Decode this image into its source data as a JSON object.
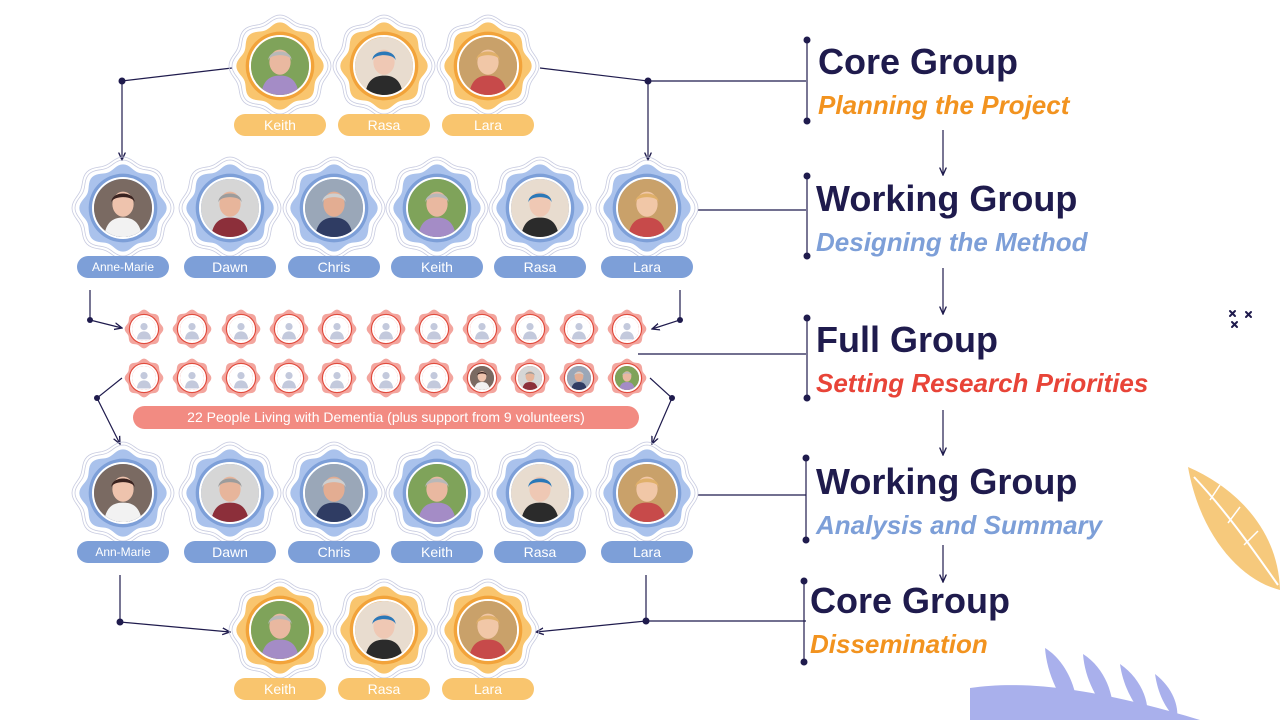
{
  "colors": {
    "navy": "#1f1b4d",
    "core_orange": "#f2a33a",
    "core_petal": "#f9c56e",
    "working_blue": "#7d9fd8",
    "working_petal": "#aac2ec",
    "full_red": "#e04a3c",
    "banner_red": "#f28b82",
    "leaf_orange": "#f6c97c",
    "leaf_lilac": "#a9b0ec"
  },
  "stages": [
    {
      "title": "Core Group",
      "subtitle": "Planning the Project",
      "subtitle_color": "#f2931f"
    },
    {
      "title": "Working Group",
      "subtitle": "Designing the Method",
      "subtitle_color": "#7d9fd8"
    },
    {
      "title": "Full Group",
      "subtitle": "Setting Research Priorities",
      "subtitle_color": "#e84438"
    },
    {
      "title": "Working Group",
      "subtitle": "Analysis and Summary",
      "subtitle_color": "#7d9fd8"
    },
    {
      "title": "Core Group",
      "subtitle": "Dissemination",
      "subtitle_color": "#f2931f"
    }
  ],
  "core_top": {
    "members": [
      {
        "name": "Keith",
        "photo": "keith-photo"
      },
      {
        "name": "Rasa",
        "photo": "rasa-photo"
      },
      {
        "name": "Lara",
        "photo": "lara-photo"
      }
    ]
  },
  "working_top": {
    "members": [
      {
        "name": "Anne-Marie",
        "photo": "anne-marie-photo"
      },
      {
        "name": "Dawn",
        "photo": "dawn-photo"
      },
      {
        "name": "Chris",
        "photo": "chris-photo"
      },
      {
        "name": "Keith",
        "photo": "keith-photo"
      },
      {
        "name": "Rasa",
        "photo": "rasa-photo"
      },
      {
        "name": "Lara",
        "photo": "lara-photo"
      }
    ]
  },
  "full_group": {
    "banner": "22 People Living with Dementia (plus support from 9 volunteers)",
    "row1": [
      "person-placeholder-icon",
      "person-placeholder-icon",
      "person-placeholder-icon",
      "person-placeholder-icon",
      "person-placeholder-icon",
      "person-placeholder-icon",
      "person-placeholder-icon",
      "person-placeholder-icon",
      "person-placeholder-icon",
      "person-placeholder-icon",
      "person-placeholder-icon"
    ],
    "row2": [
      "person-placeholder-icon",
      "person-placeholder-icon",
      "person-placeholder-icon",
      "person-placeholder-icon",
      "person-placeholder-icon",
      "person-placeholder-icon",
      "person-placeholder-icon",
      "anne-marie-photo",
      "dawn-photo",
      "chris-photo",
      "keith-photo"
    ]
  },
  "working_bottom": {
    "members": [
      {
        "name": "Ann-Marie",
        "photo": "anne-marie-photo"
      },
      {
        "name": "Dawn",
        "photo": "dawn-photo"
      },
      {
        "name": "Chris",
        "photo": "chris-photo"
      },
      {
        "name": "Keith",
        "photo": "keith-photo"
      },
      {
        "name": "Rasa",
        "photo": "rasa-photo"
      },
      {
        "name": "Lara",
        "photo": "lara-photo"
      }
    ]
  },
  "core_bottom": {
    "members": [
      {
        "name": "Keith",
        "photo": "keith-photo"
      },
      {
        "name": "Rasa",
        "photo": "rasa-photo"
      },
      {
        "name": "Lara",
        "photo": "lara-photo"
      }
    ]
  }
}
